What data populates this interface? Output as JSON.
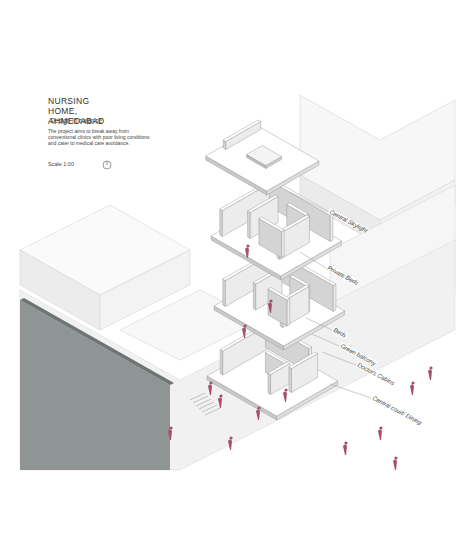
{
  "diagram": {
    "title": "NURSING HOME, AHMEDABAD",
    "labels": [
      "-Design in balance'",
      "The project aims to break away from conventional clinics with poor living conditions and cater to medical care avoidance.",
      "Scale 1:00",
      "Central Skylight",
      "Private Beds",
      "Beds",
      "Green balcony",
      "Doctors Cabins",
      "Central court/ Dining"
    ]
  }
}
